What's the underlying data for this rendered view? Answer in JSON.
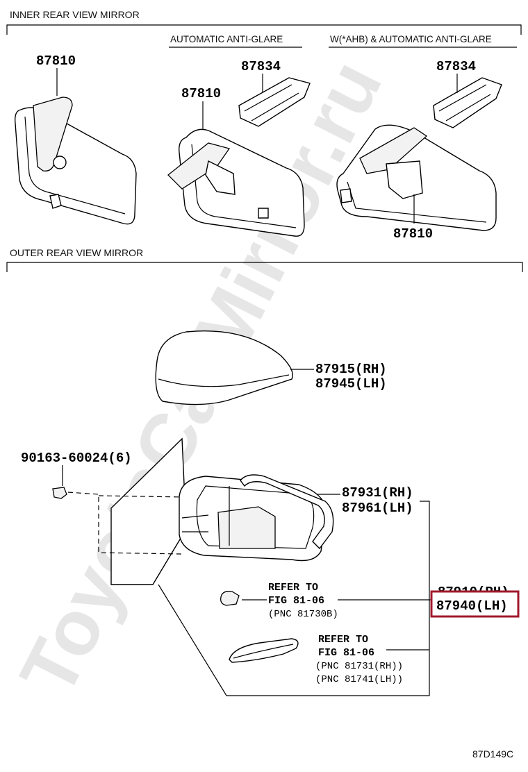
{
  "watermark": "ToyotaCarMirror.ru",
  "inner_section": {
    "title": "INNER REAR VIEW MIRROR",
    "sub_automatic": "AUTOMATIC ANTI-GLARE",
    "sub_ahb": "W(*AHB) & AUTOMATIC ANTI-GLARE",
    "labels": {
      "mirror_plain": "87810",
      "cover_auto": "87834",
      "mirror_auto": "87810",
      "cover_ahb": "87834",
      "mirror_ahb": "87810"
    }
  },
  "outer_section": {
    "title": "OUTER REAR VIEW MIRROR",
    "cover_rh": "87915(RH)",
    "cover_lh": "87945(LH)",
    "screw": "90163-60024(6)",
    "body_rh": "87931(RH)",
    "body_lh": "87961(LH)",
    "assy_rh": "87910(RH)",
    "assy_lh": "87940(LH)",
    "ref1": {
      "line1": "REFER TO",
      "line2": "FIG 81-06",
      "line3": "(PNC 81730B)"
    },
    "ref2": {
      "line1": "REFER TO",
      "line2": "FIG 81-06",
      "line3": "(PNC 81731(RH))",
      "line4": "(PNC 81741(LH))"
    }
  },
  "highlight_color": "#a0192d",
  "diagram_code": "87D149C"
}
